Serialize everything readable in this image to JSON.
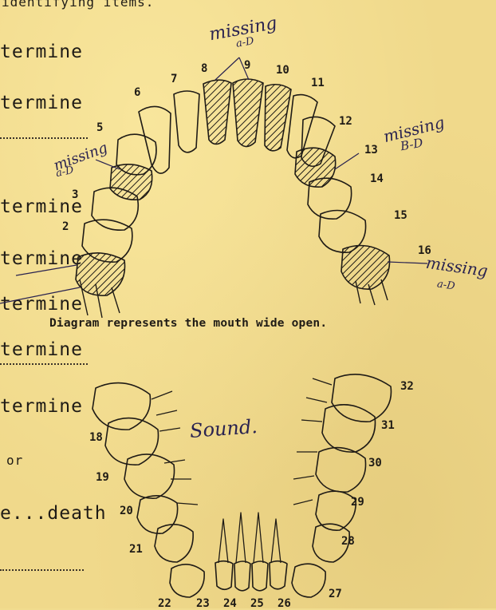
{
  "doc": {
    "top_text": "identifying items.",
    "left_lines": [
      "termine",
      "termine",
      "termine",
      "termine",
      "termine",
      "termine",
      "termine",
      "or",
      "e...death"
    ],
    "caption": "Diagram represents the mouth wide open.",
    "upper_numbers": {
      "2": "2",
      "3": "3",
      "5": "5",
      "6": "6",
      "7": "7",
      "8": "8",
      "9": "9",
      "10": "10",
      "11": "11",
      "12": "12",
      "13": "13",
      "14": "14",
      "15": "15",
      "16": "16"
    },
    "lower_numbers": {
      "18": "18",
      "19": "19",
      "20": "20",
      "21": "21",
      "22": "22",
      "23": "23",
      "24": "24",
      "25": "25",
      "26": "26",
      "27": "27",
      "28": "28",
      "29": "29",
      "30": "30",
      "31": "31",
      "32": "32"
    },
    "handwritten": {
      "missing_top": "missing",
      "code_top": "a-D",
      "missing_right": "missing",
      "code_right": "B-D",
      "missing_left": "missing",
      "code_left": "a-D",
      "missing_16": "missing",
      "code_16": "a-D",
      "sound": "Sound."
    }
  }
}
